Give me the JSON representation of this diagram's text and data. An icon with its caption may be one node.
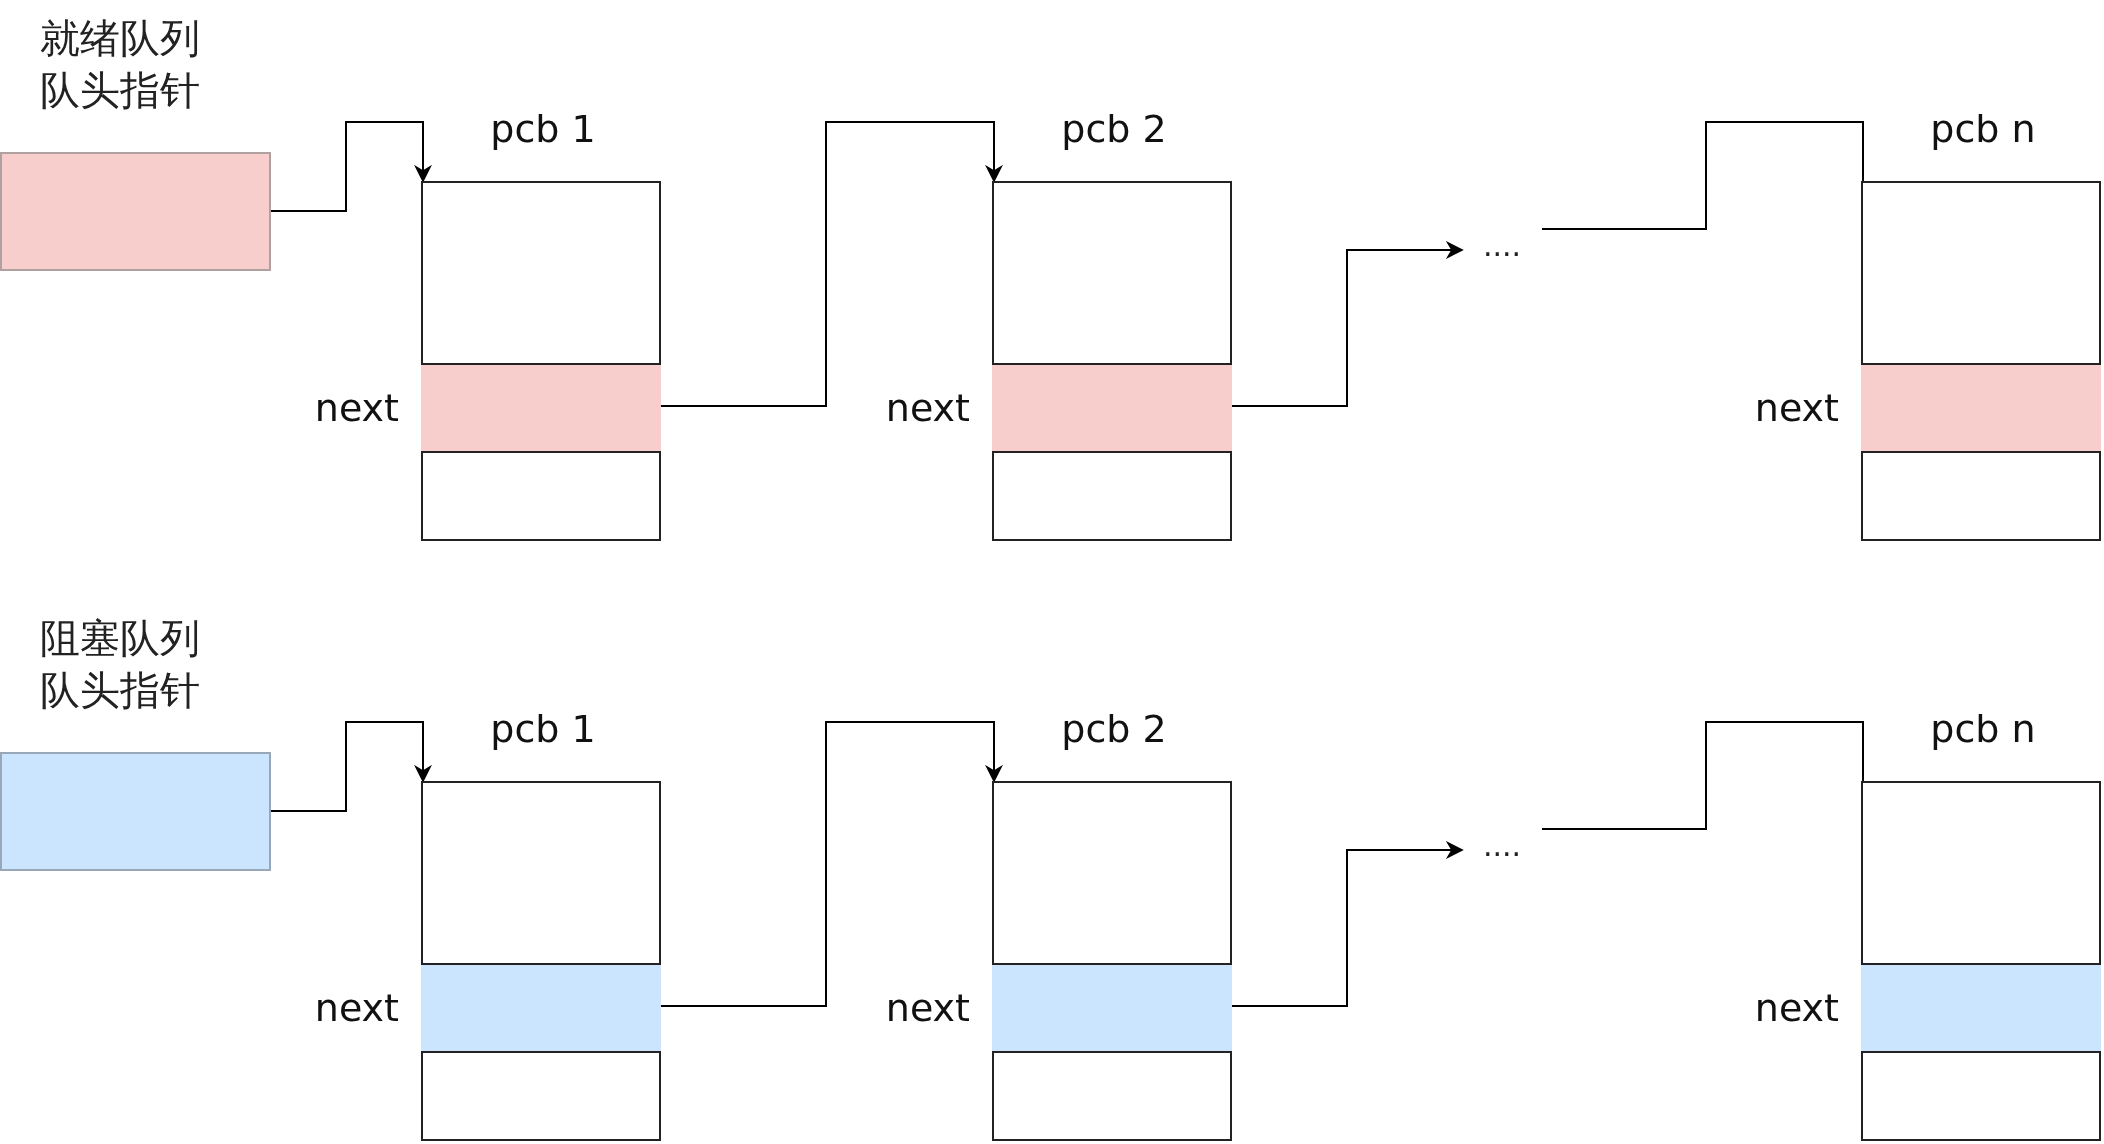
{
  "diagram": {
    "nodes": [
      {
        "text": [
          "就绪队列队头指针"
        ]
      },
      {
        "text": [
          "pcb 1"
        ]
      },
      {
        "text": [],
        "shape": "box",
        "in": 1,
        "beside": [
          "next"
        ]
      },
      {
        "text": [
          "pcb 2"
        ]
      },
      {
        "text": [],
        "shape": "box",
        "in": 3,
        "beside": [
          "next"
        ]
      },
      {
        "text": [
          "...."
        ]
      },
      {
        "text": [
          "pcb n"
        ]
      },
      {
        "text": [],
        "shape": "box",
        "in": 6,
        "beside": [
          "next"
        ]
      },
      {
        "text": [
          "阻塞队列队头指针"
        ]
      },
      {
        "text": [
          "pcb 1"
        ]
      },
      {
        "text": [],
        "shape": "box",
        "in": 9,
        "beside": [
          "next"
        ]
      },
      {
        "text": [
          "pcb 2"
        ]
      },
      {
        "text": [],
        "shape": "box",
        "in": 11,
        "beside": [
          "next"
        ]
      },
      {
        "text": [
          "...."
        ]
      },
      {
        "text": [
          "pcb n"
        ]
      },
      {
        "text": [],
        "shape": "box",
        "in": 14,
        "beside": [
          "next"
        ]
      }
    ],
    "edges": [
      {
        "from": 0,
        "to": 1,
        "arrow": "to"
      },
      {
        "from": 2,
        "to": 3,
        "arrow": "to"
      },
      {
        "from": 4,
        "to": 5,
        "arrow": "to"
      },
      {
        "from": 5,
        "to": 6,
        "arrow": "none"
      },
      {
        "from": 8,
        "to": 9,
        "arrow": "to"
      },
      {
        "from": 10,
        "to": 11,
        "arrow": "to"
      },
      {
        "from": 12,
        "to": 13,
        "arrow": "to"
      },
      {
        "from": 13,
        "to": 14,
        "arrow": "none"
      }
    ]
  }
}
